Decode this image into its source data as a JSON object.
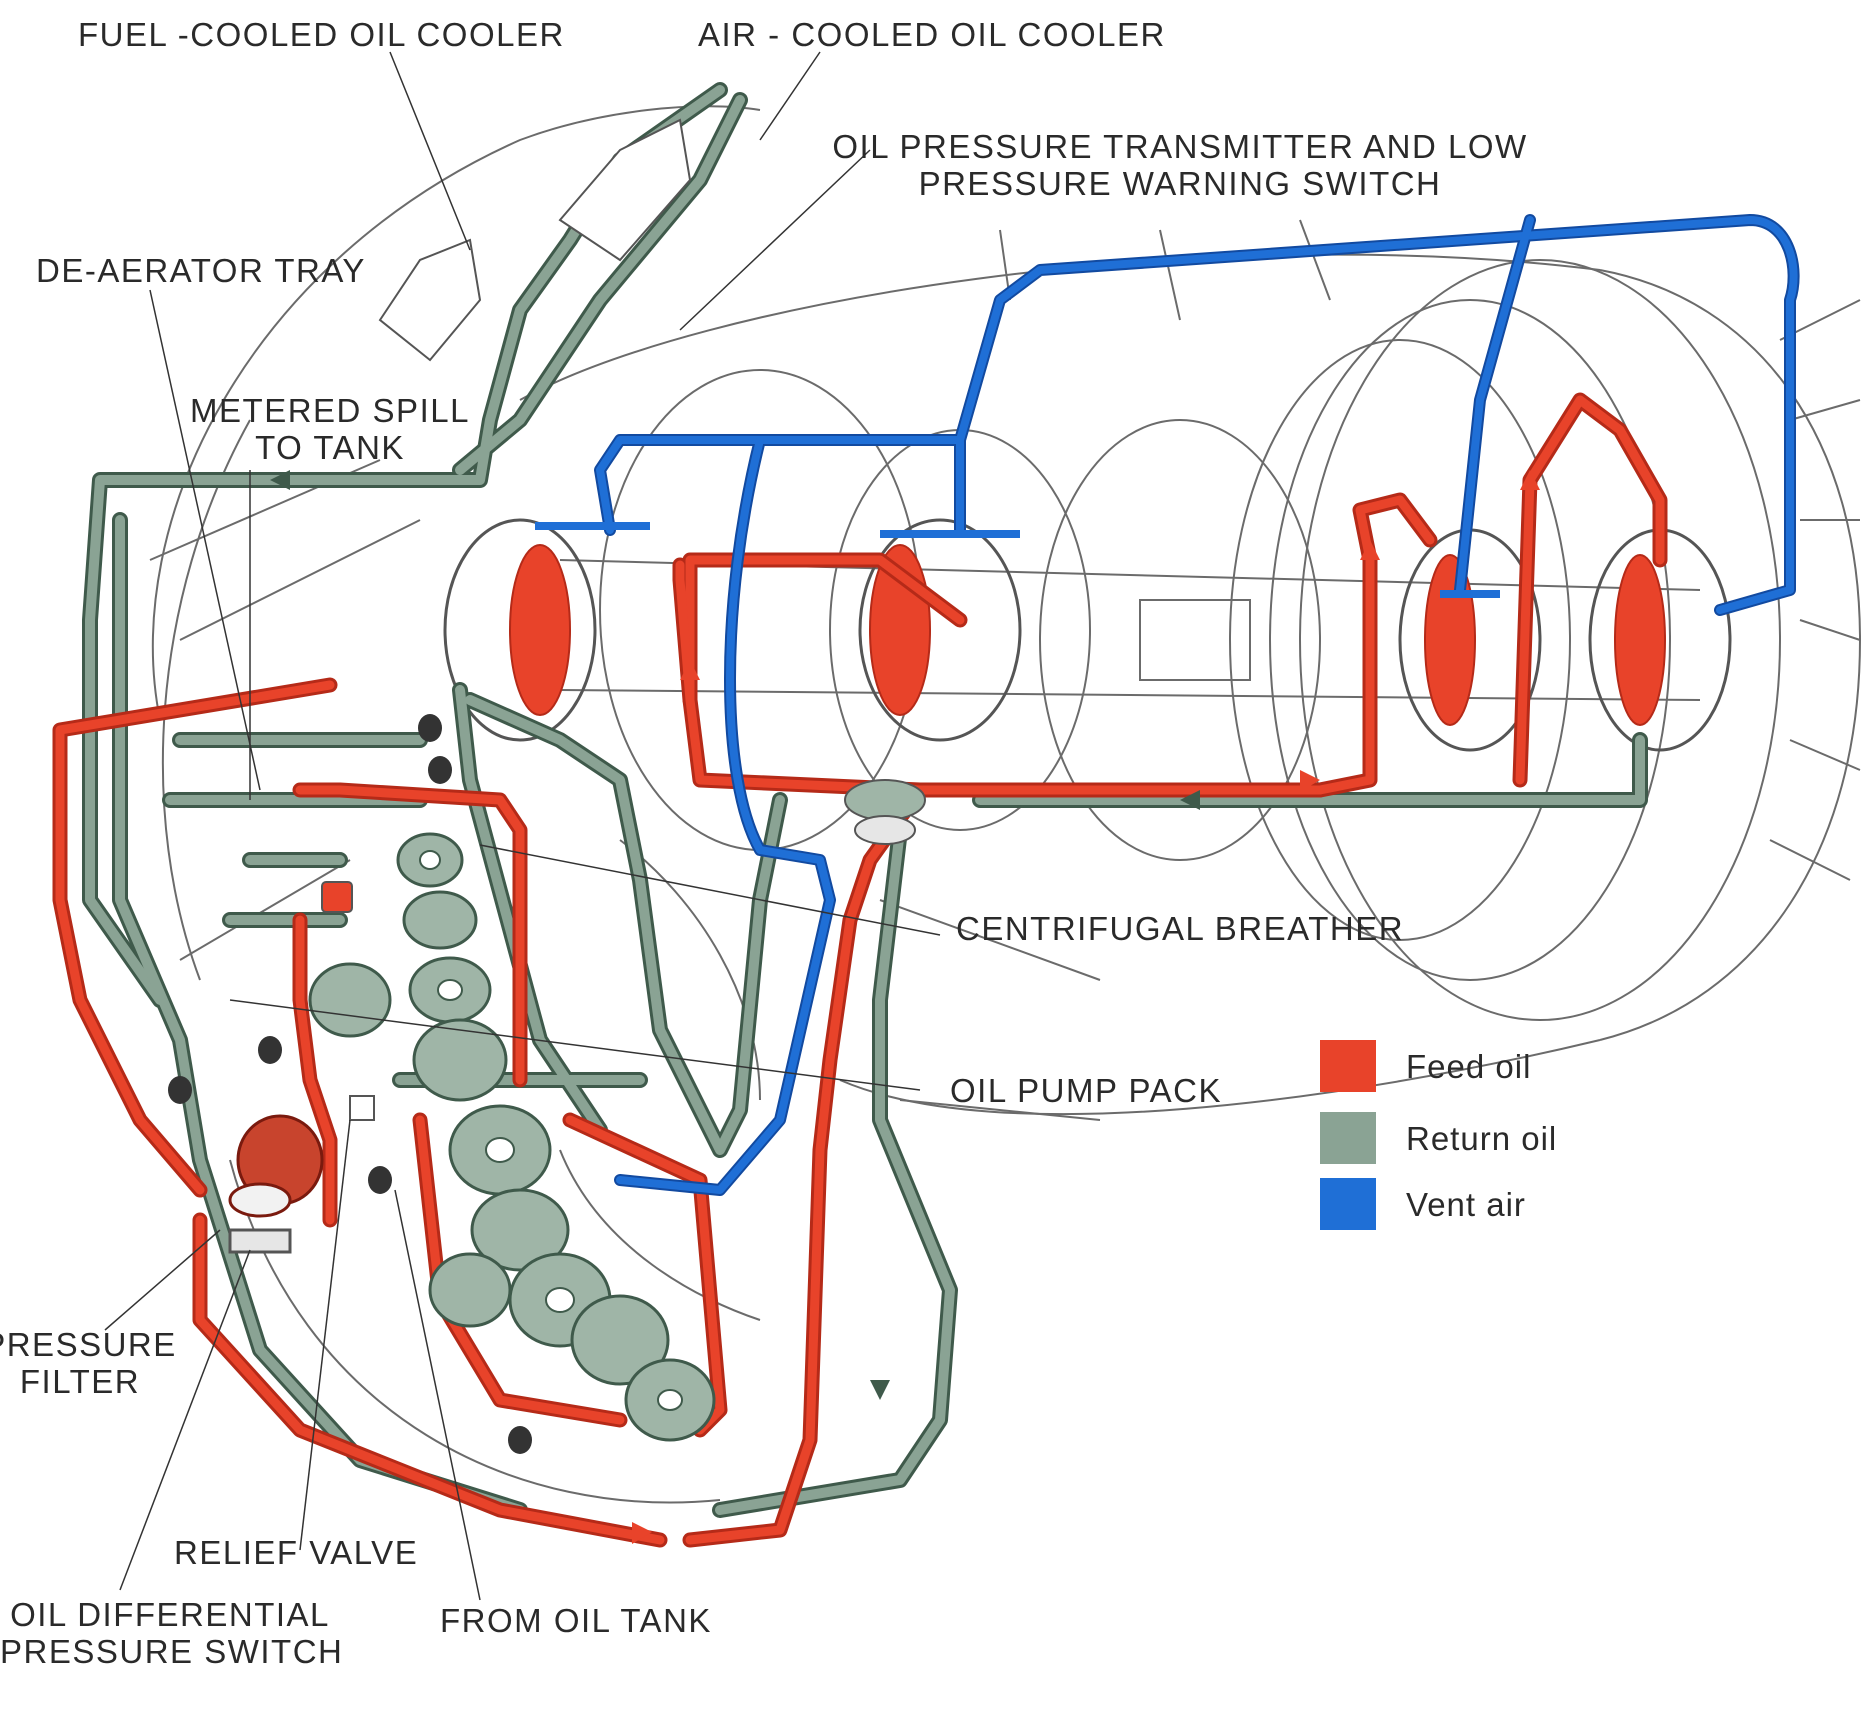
{
  "colors": {
    "feed": "#e8432a",
    "feed_dark": "#b52a18",
    "return": "#8aa394",
    "return_dark": "#3f5a4b",
    "vent": "#1f6fd6",
    "vent_dark": "#124aa0",
    "outline": "#555555"
  },
  "labels": {
    "fuel_cooled": "FUEL -COOLED OIL COOLER",
    "air_cooled": "AIR - COOLED OIL COOLER",
    "transmitter_1": "OIL PRESSURE TRANSMITTER AND LOW",
    "transmitter_2": "PRESSURE WARNING SWITCH",
    "deaerator": "DE-AERATOR TRAY",
    "spill_1": "METERED SPILL",
    "spill_2": "TO TANK",
    "breather": "CENTRIFUGAL BREATHER",
    "pump_pack": "OIL PUMP PACK",
    "filter_1": "PRESSURE",
    "filter_2": "FILTER",
    "relief": "RELIEF VALVE",
    "diff_1": "OIL DIFFERENTIAL",
    "diff_2": "PRESSURE SWITCH",
    "from_tank": "FROM OIL TANK"
  },
  "legend": [
    {
      "label": "Feed oil",
      "color": "#e8432a"
    },
    {
      "label": "Return oil",
      "color": "#8aa394"
    },
    {
      "label": "Vent air",
      "color": "#1f6fd6"
    }
  ]
}
